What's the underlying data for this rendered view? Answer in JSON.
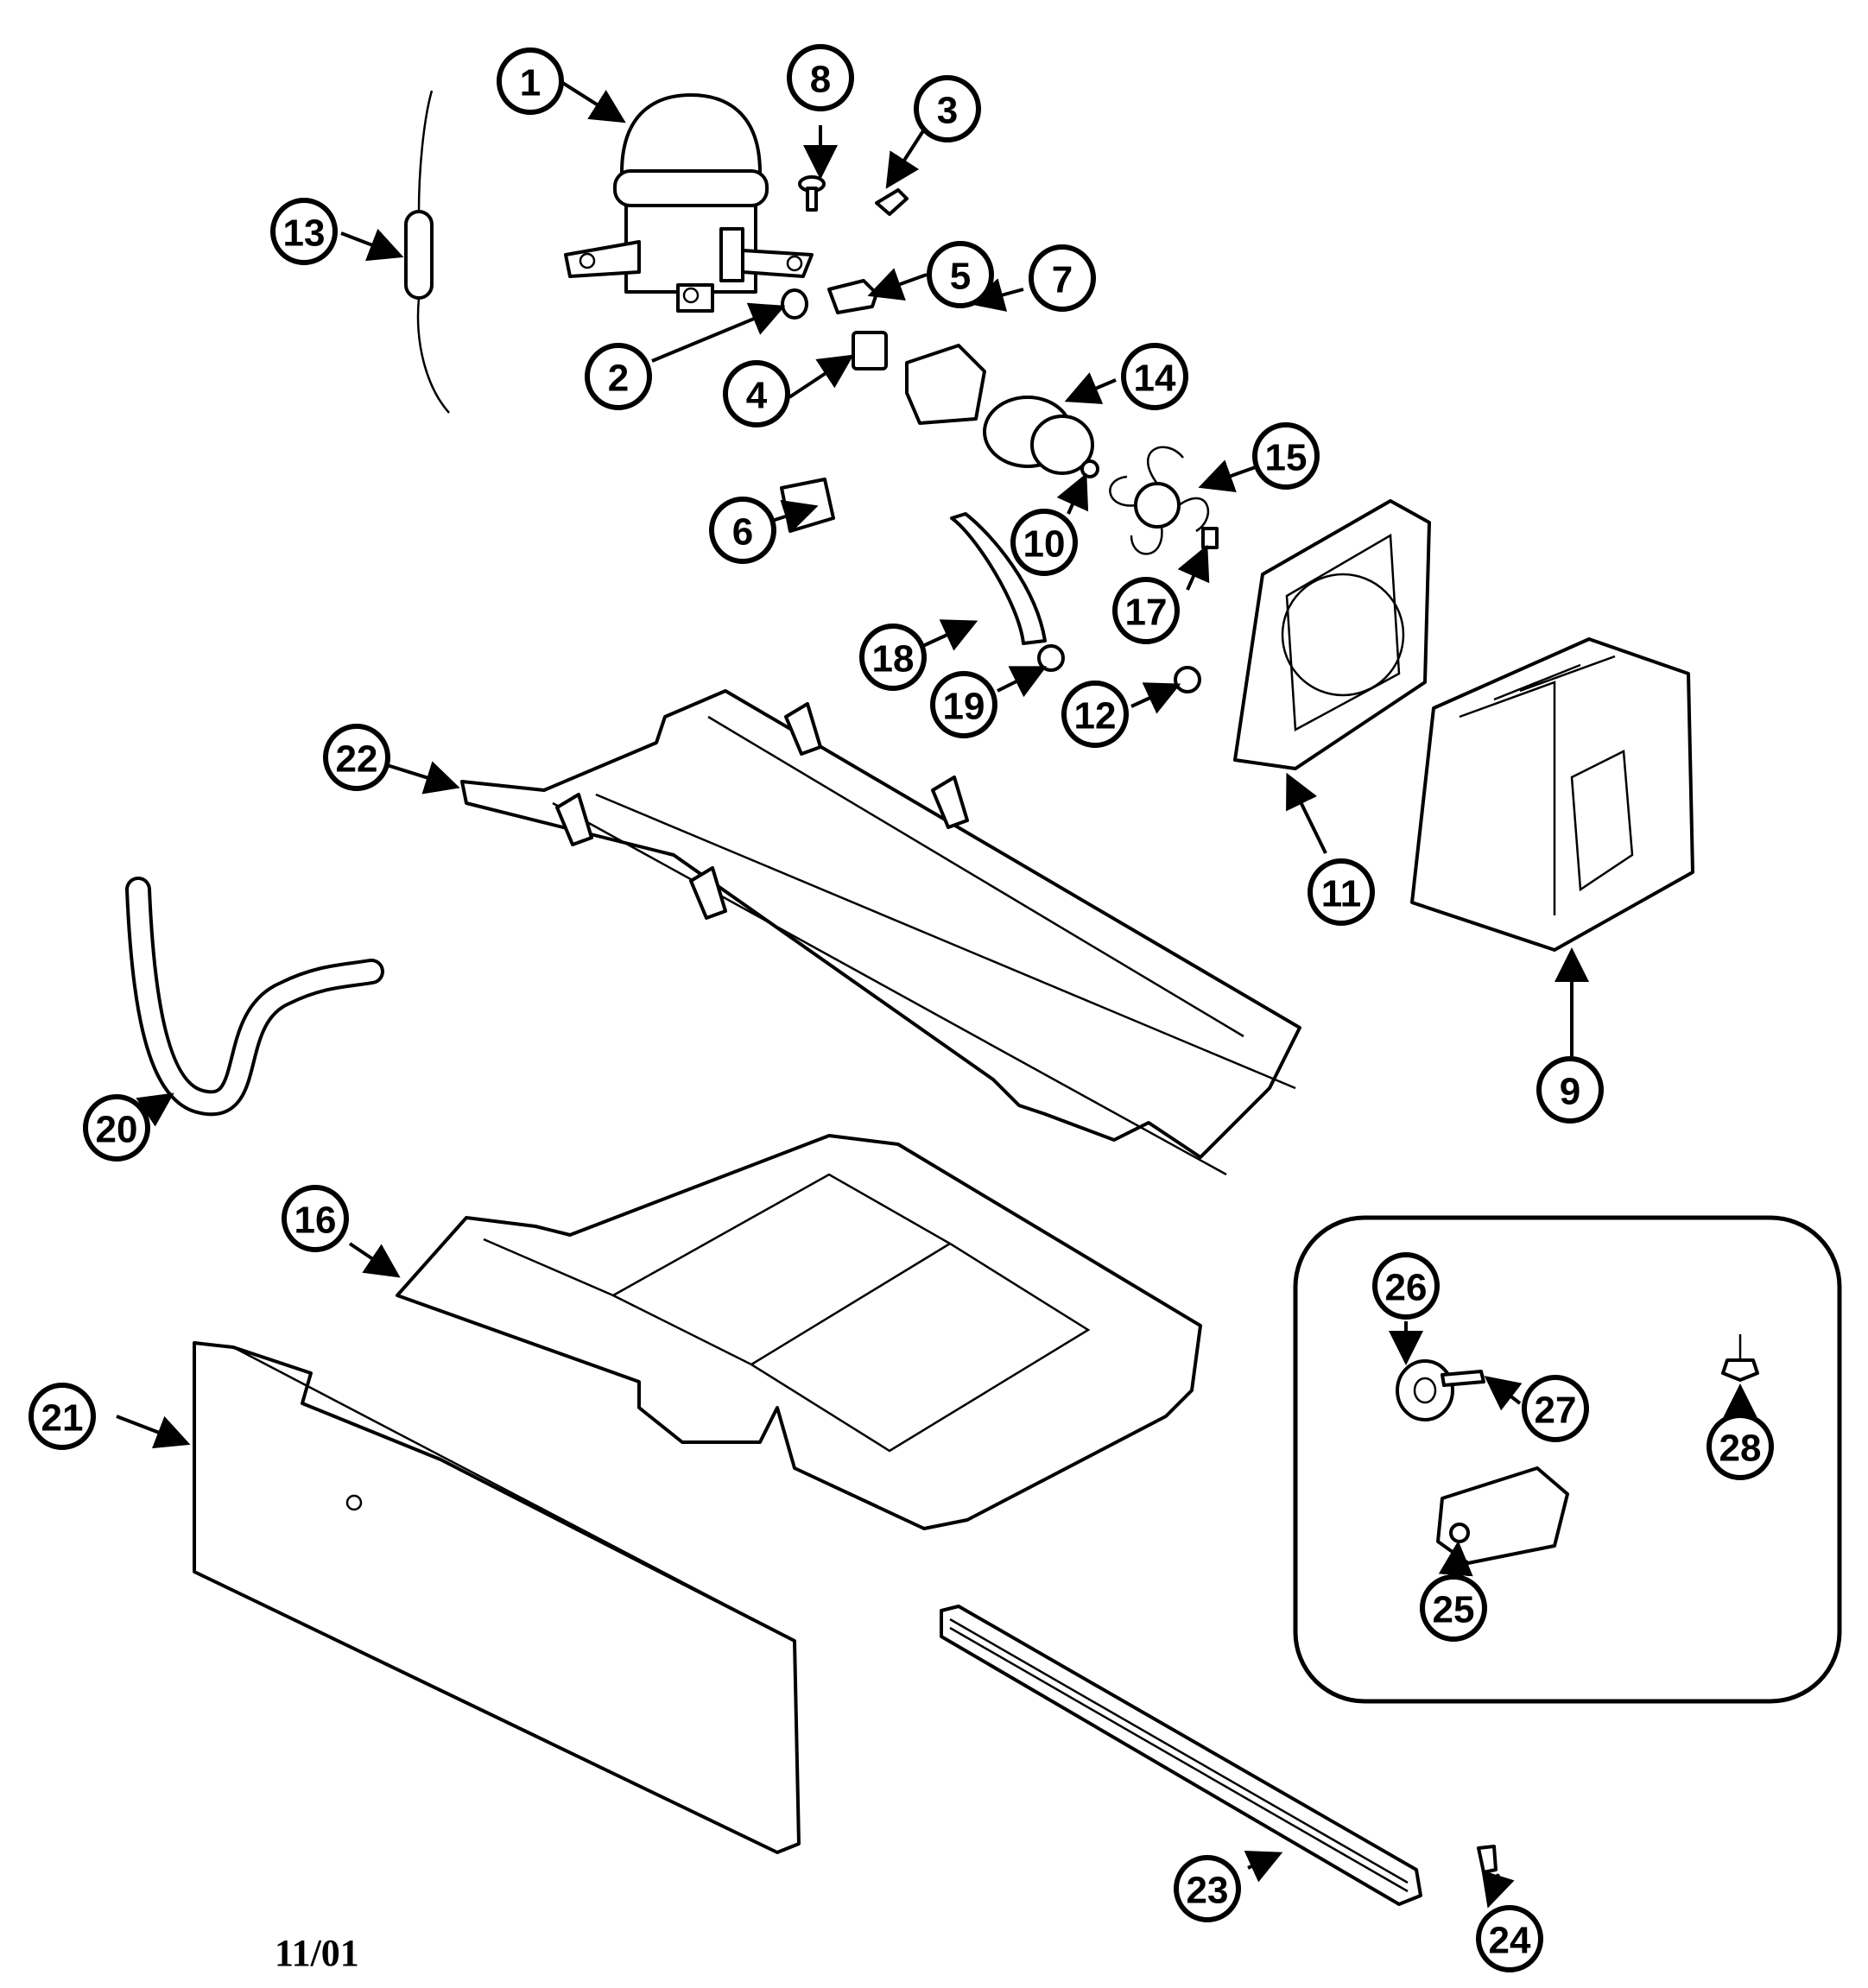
{
  "footer": {
    "date": "11/01"
  },
  "callouts": [
    "1",
    "2",
    "3",
    "4",
    "5",
    "6",
    "7",
    "8",
    "9",
    "10",
    "11",
    "12",
    "13",
    "14",
    "15",
    "16",
    "17",
    "18",
    "19",
    "20",
    "21",
    "22",
    "23",
    "24",
    "25",
    "26",
    "27",
    "28"
  ]
}
